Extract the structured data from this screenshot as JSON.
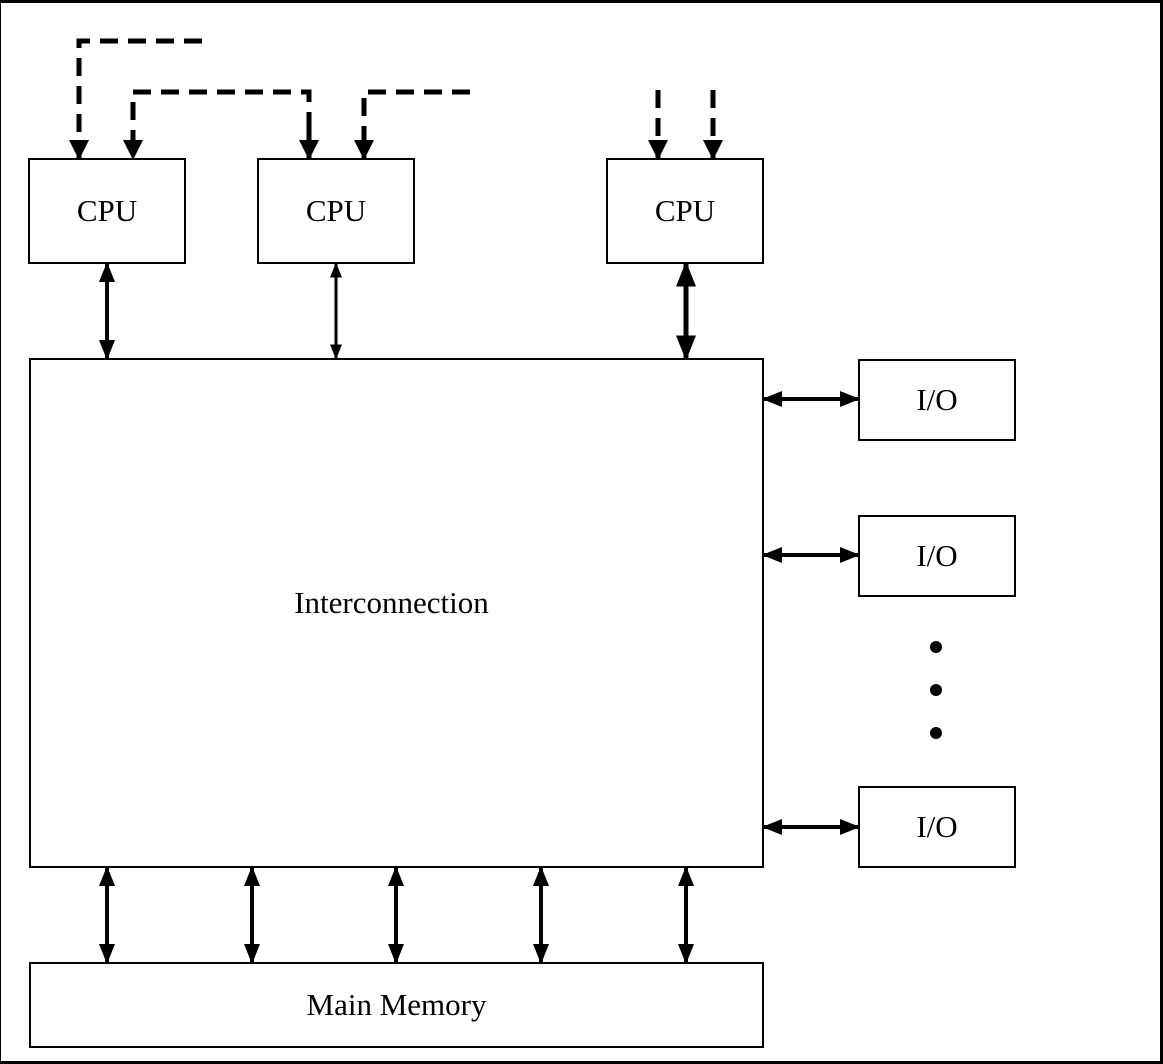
{
  "diagram": {
    "title": "",
    "cpus": [
      {
        "label": "CPU"
      },
      {
        "label": "CPU"
      },
      {
        "label": "CPU"
      }
    ],
    "interconnection": {
      "label": "Interconnection"
    },
    "io_devices": [
      {
        "label": "I/O"
      },
      {
        "label": "I/O"
      },
      {
        "label": "I/O"
      }
    ],
    "ellipsis": "more I/O devices",
    "main_memory": {
      "label": "Main Memory"
    },
    "memory_links_count": 5,
    "colors": {
      "line": "#000000",
      "background": "#ffffff"
    }
  }
}
